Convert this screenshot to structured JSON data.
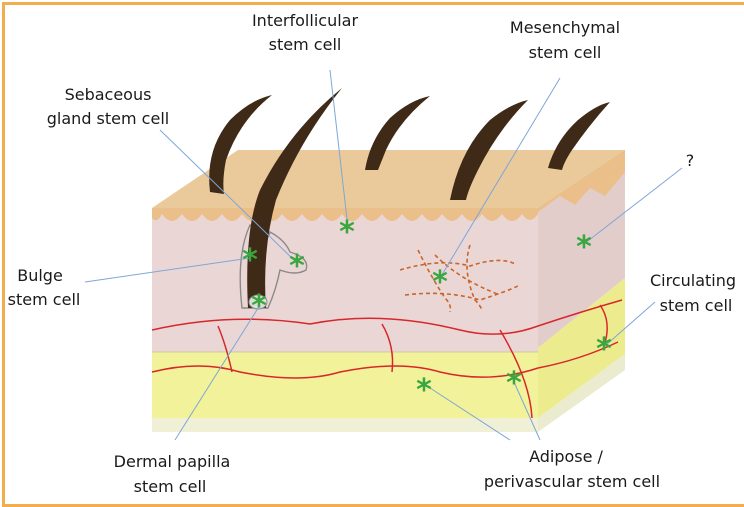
{
  "diagram": {
    "labels": {
      "interfollicular": [
        "Interfollicular",
        "stem cell"
      ],
      "sebaceous": [
        "Sebaceous",
        "gland stem cell"
      ],
      "mesenchymal": [
        "Mesenchymal",
        "stem cell"
      ],
      "bulge": [
        "Bulge",
        "stem cell"
      ],
      "circulating": [
        "Circulating",
        "stem cell"
      ],
      "dermal_papilla": [
        "Dermal papilla",
        "stem cell"
      ],
      "adipose": [
        "Adipose /",
        "perivascular stem cell"
      ],
      "question": "?"
    },
    "marker_symbol": "*",
    "colors": {
      "frame": "#f3ad4c",
      "epidermis": "#eabf8a",
      "dermis": "#ead7d5",
      "fat": "#f2f29a",
      "hair": "#3f2a18",
      "vessel": "#d8262a",
      "mesenchyme": "#c9652b",
      "marker": "#3aa640",
      "leader": "#7fa6d9"
    }
  }
}
